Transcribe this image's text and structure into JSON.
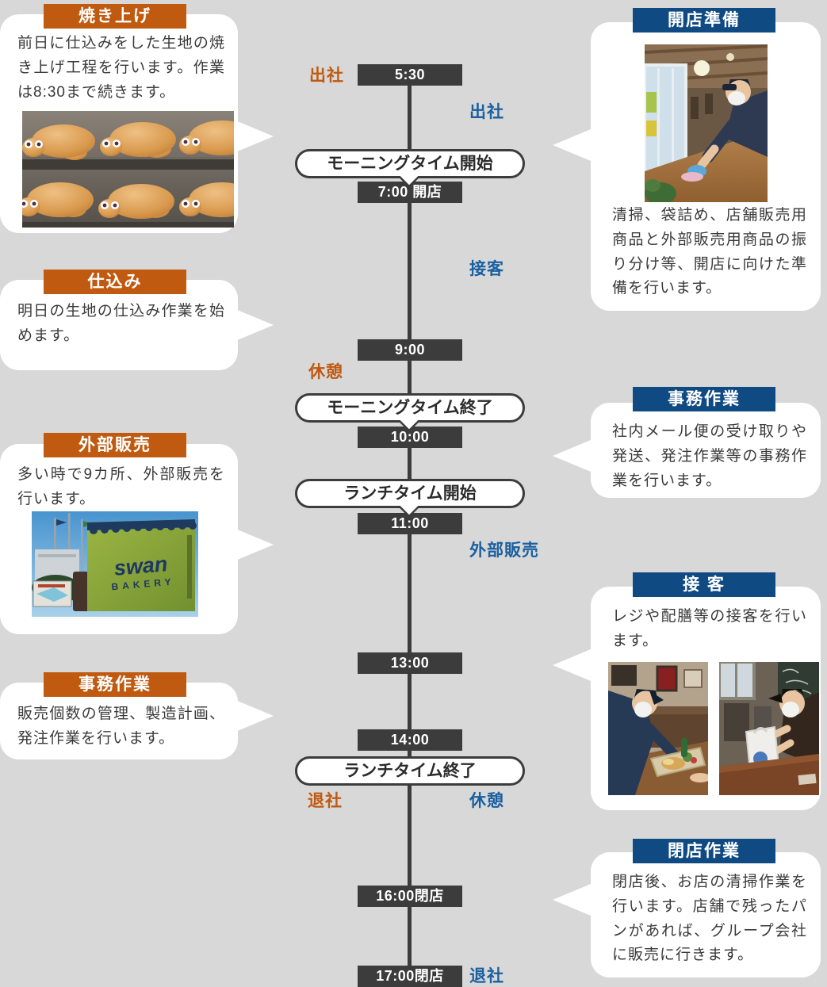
{
  "colors": {
    "background": "#d8d8d8",
    "orange": "#c05a10",
    "navy_header": "#0f4a82",
    "blue_label": "#1a60a0",
    "timeline_dark": "#3c3c3c"
  },
  "timeline": {
    "time_boxes": [
      {
        "label": "5:30"
      },
      {
        "label": "7:00 開店"
      },
      {
        "label": "9:00"
      },
      {
        "label": "10:00"
      },
      {
        "label": "11:00"
      },
      {
        "label": "13:00"
      },
      {
        "label": "14:00"
      },
      {
        "label": "16:00閉店"
      },
      {
        "label": "17:00閉店"
      }
    ],
    "events": [
      {
        "label": "モーニングタイム開始"
      },
      {
        "label": "モーニングタイム終了"
      },
      {
        "label": "ランチタイム開始"
      },
      {
        "label": "ランチタイム終了"
      }
    ],
    "side_labels": [
      {
        "label": "出社",
        "color": "orange"
      },
      {
        "label": "出社",
        "color": "blue"
      },
      {
        "label": "接客",
        "color": "blue"
      },
      {
        "label": "休憩",
        "color": "orange"
      },
      {
        "label": "外部販売",
        "color": "blue"
      },
      {
        "label": "退社",
        "color": "orange"
      },
      {
        "label": "休憩",
        "color": "blue"
      },
      {
        "label": "退社",
        "color": "blue"
      }
    ]
  },
  "left_callouts": [
    {
      "title": "焼き上げ",
      "body": "前日に仕込みをした生地の焼き上げ工程を行います。作業は8:30まで続きます。",
      "image": "turtle-bread-photo"
    },
    {
      "title": "仕込み",
      "body": "明日の生地の仕込み作業を始めます。"
    },
    {
      "title": "外部販売",
      "body": "多い時で9カ所、外部販売を行います。",
      "image": "bakery-truck-photo",
      "truck_text_line1": "swan",
      "truck_text_line2": "BAKERY"
    },
    {
      "title": "事務作業",
      "body": "販売個数の管理、製造計画、発注作業を行います。"
    }
  ],
  "right_callouts": [
    {
      "title": "開店準備",
      "body": "清掃、袋詰め、店舗販売用商品と外部販売用商品の振り分け等、開店に向けた準備を行います。",
      "image": "table-cleaning-photo"
    },
    {
      "title": "事務作業",
      "body": "社内メール便の受け取りや発送、発注作業等の事務作業を行います。"
    },
    {
      "title": "接 客",
      "body": "レジや配膳等の接客を行います。",
      "images": [
        "tray-serving-photo",
        "bag-handover-photo"
      ]
    },
    {
      "title": "閉店作業",
      "body": "閉店後、お店の清掃作業を行います。店舗で残ったパンがあれば、グループ会社に販売に行きます。"
    }
  ]
}
